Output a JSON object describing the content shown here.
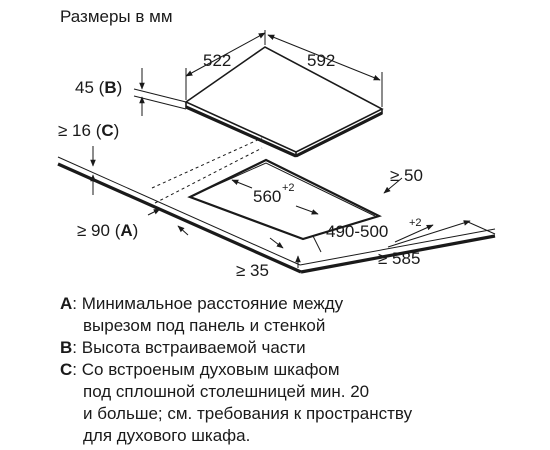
{
  "title": "Размеры в мм",
  "dims": {
    "depth": "522",
    "width": "592",
    "b_value": "45",
    "b_key": "B",
    "c_value": "≥ 16",
    "c_key": "C",
    "a_value": "≥ 90",
    "a_key": "A",
    "rear_gap": "≥ 50",
    "cutout_depth": "560",
    "cutout_depth_tol": "+2",
    "cutout_width": "490-500",
    "cutout_width_tol": "+2",
    "front_gap": "≥ 35",
    "worktop_depth": "≥ 585"
  },
  "notes": [
    {
      "key": "A",
      "lines": [
        "Минимальное расстояние между",
        "вырезом под панель и стенкой"
      ]
    },
    {
      "key": "B",
      "lines": [
        "Высота встраиваемой части"
      ]
    },
    {
      "key": "C",
      "lines": [
        "Со встроеным духовым шкафом",
        "под сплошной столешницей мин. 20",
        "и больше; см. требования к пространству",
        "для духового шкафа."
      ]
    }
  ]
}
